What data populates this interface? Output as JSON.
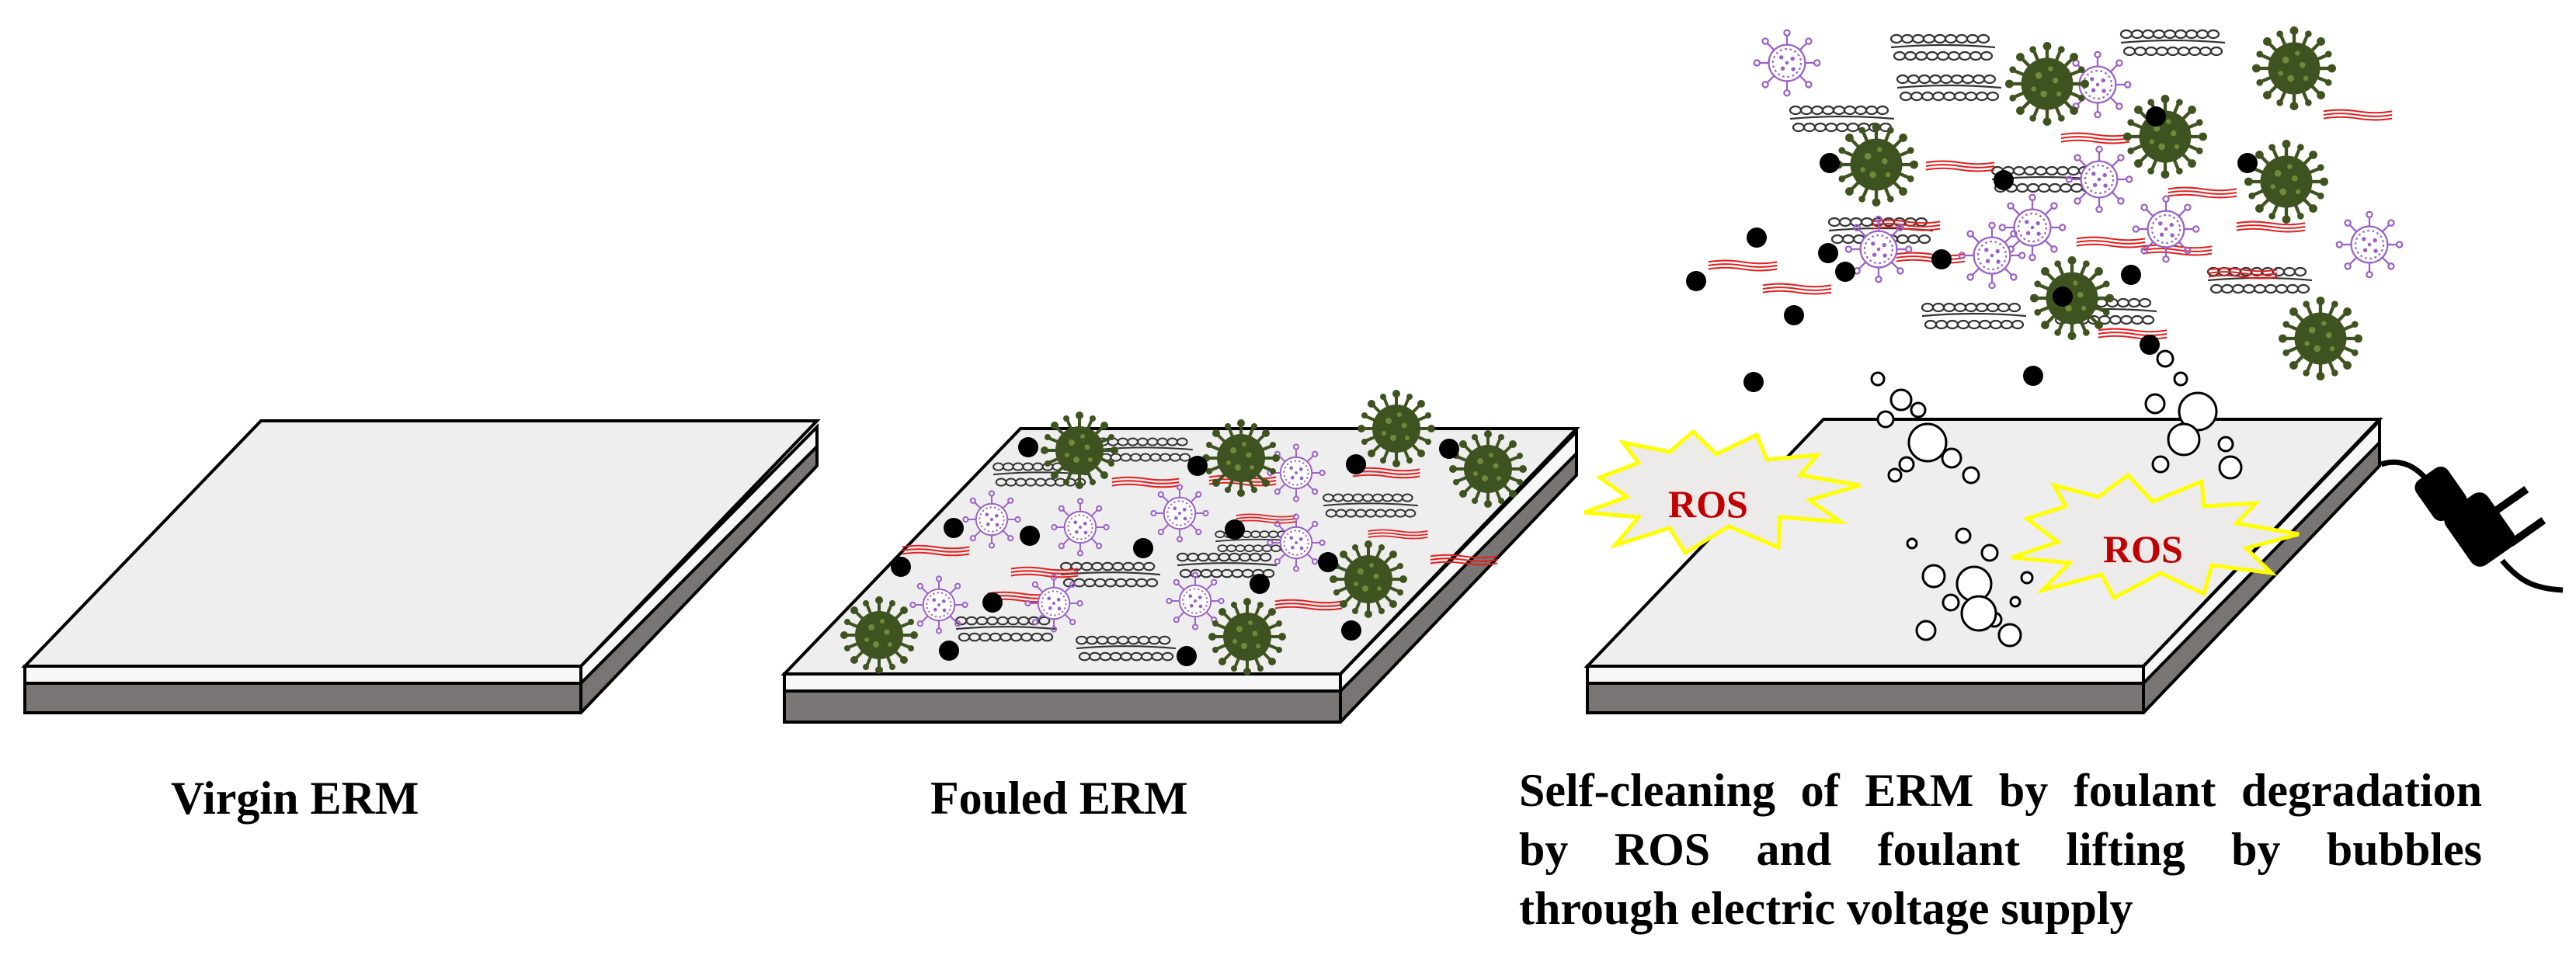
{
  "captions": {
    "virgin": "Virgin ERM",
    "fouled": "Fouled ERM",
    "self_cleaning": [
      "Self-cleaning of ERM by foulant degradation",
      "by ROS and foulant lifting by bubbles",
      "through electric voltage supply"
    ]
  },
  "ros_labels": [
    "ROS",
    "ROS"
  ],
  "colors": {
    "membrane_top": "#eeeeee",
    "membrane_top_layer": "#f7f7f7",
    "membrane_base": "#7a7575",
    "virus_green": "#3f5320",
    "virus_purple": "#9a60c8",
    "foulant_red": "#e02020",
    "foulant_chain": "#333333",
    "particle": "#000000",
    "burst_fill": "#ecebe9",
    "burst_stroke": "#ffff00",
    "ros_text": "#c00000"
  },
  "icons": [
    "green-virus-icon",
    "purple-virus-icon",
    "chain-foulant-icon",
    "red-fiber-icon",
    "particle-icon",
    "bubble-icon",
    "power-plug-icon"
  ]
}
